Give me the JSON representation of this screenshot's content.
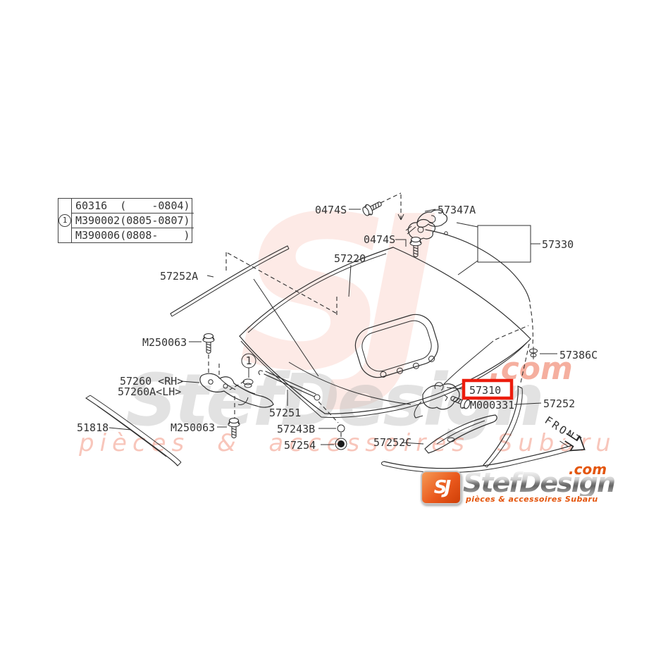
{
  "table": {
    "badge": "1",
    "rows": [
      {
        "part": "60316",
        "range": "(    -0804)"
      },
      {
        "part": "M390002",
        "range": "(0805-0807)"
      },
      {
        "part": "M390006",
        "range": "(0808-    )"
      }
    ]
  },
  "labels": {
    "bolt_0474s_top": "0474S",
    "hook_57347a": "57347A",
    "bolt_0474s_mid": "0474S",
    "cable_57330": "57330",
    "hood_57220": "57220",
    "seal_57252a": "57252A",
    "bolt_m250063_upper": "M250063",
    "hinge_rh": "57260 <RH>",
    "hinge_lh": "57260A<LH>",
    "molding_51818": "51818",
    "bolt_m250063_lower": "M250063",
    "stay_57251": "57251",
    "clip_57243b": "57243B",
    "grommet_57254": "57254",
    "bracket_57252c": "57252C",
    "lock_57310": "57310",
    "bolt_m000331": "M000331",
    "molding_57252": "57252",
    "clip_57386c": "57386C",
    "front": "FRONT",
    "hinge_badge": "1"
  },
  "highlight": {
    "box_color": "#ec1c0d",
    "text_color": "#8c8c8c"
  },
  "watermark": {
    "monogram": "SJ",
    "name": "StefDesign",
    "tld": ".com",
    "tagline": "pièces & accessoires Subaru"
  },
  "logo": {
    "monogram": "SJ",
    "name": "StefDesign",
    "tld": ".com",
    "tagline": "pièces & accessoires Subaru",
    "accent_color": "#e4560e"
  }
}
